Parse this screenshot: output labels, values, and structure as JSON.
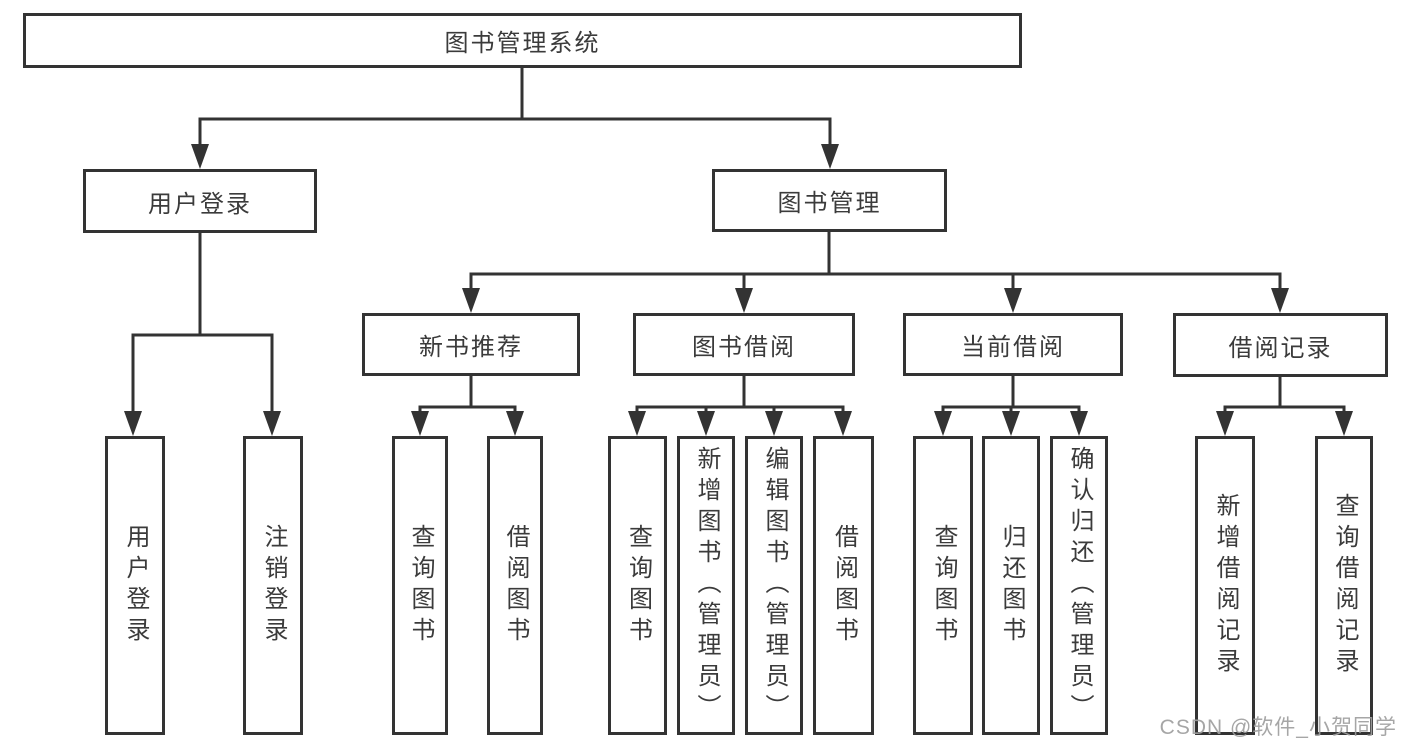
{
  "tree": {
    "root": {
      "label": "图书管理系统",
      "children": [
        {
          "label": "用户登录",
          "children": [
            {
              "label": "用户登录"
            },
            {
              "label": "注销登录"
            }
          ]
        },
        {
          "label": "图书管理",
          "children": [
            {
              "label": "新书推荐",
              "children": [
                {
                  "label": "查询图书"
                },
                {
                  "label": "借阅图书"
                }
              ]
            },
            {
              "label": "图书借阅",
              "children": [
                {
                  "label": "查询图书"
                },
                {
                  "label": "新增图书（管理员）"
                },
                {
                  "label": "编辑图书（管理员）"
                },
                {
                  "label": "借阅图书"
                }
              ]
            },
            {
              "label": "当前借阅",
              "children": [
                {
                  "label": "查询图书"
                },
                {
                  "label": "归还图书"
                },
                {
                  "label": "确认归还（管理员）"
                }
              ]
            },
            {
              "label": "借阅记录",
              "children": [
                {
                  "label": "新增借阅记录"
                },
                {
                  "label": "查询借阅记录"
                }
              ]
            }
          ]
        }
      ]
    }
  },
  "watermark": {
    "text": "CSDN @软件_小贺同学"
  },
  "colors": {
    "line": "#333333",
    "text": "#3b3b3b",
    "watermark": "#9e9e9e",
    "background": "#ffffff"
  }
}
